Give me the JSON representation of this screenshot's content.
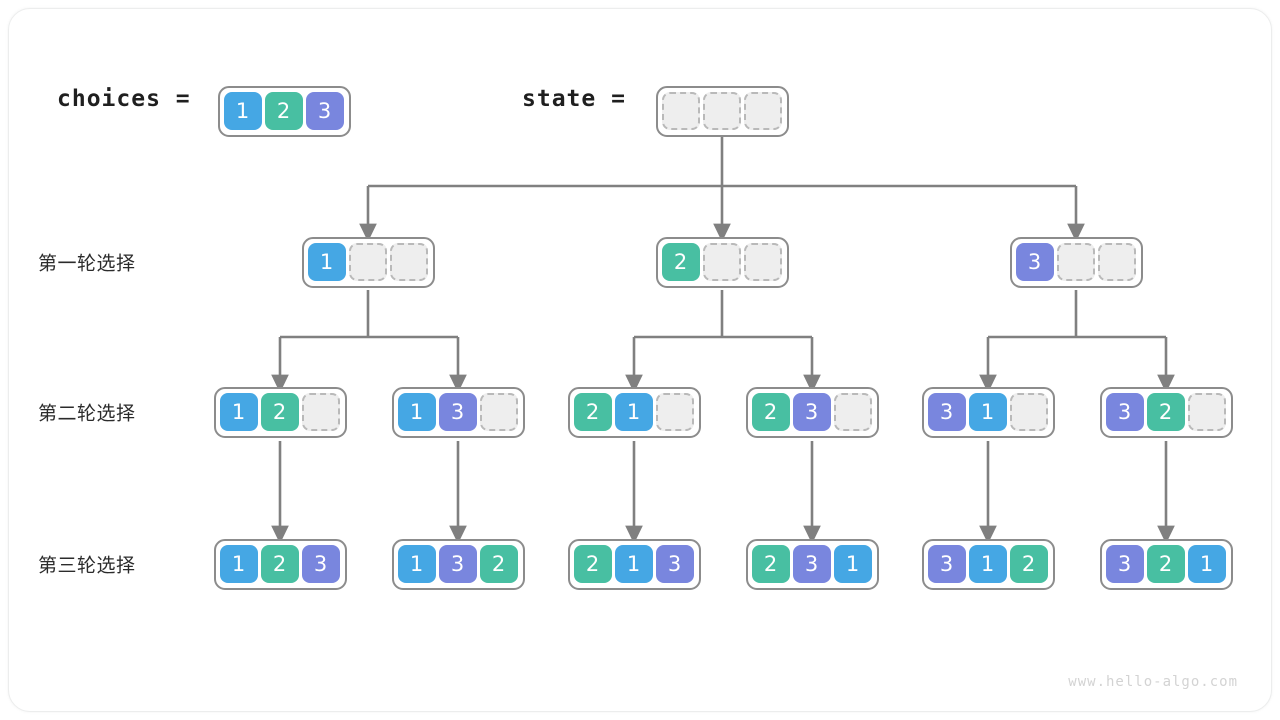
{
  "diagram": {
    "title_choices": "choices =",
    "title_state": "state =",
    "watermark": "www.hello-algo.com",
    "colors": {
      "value_1": "#45a7e4",
      "value_2": "#48bfa2",
      "value_3": "#7986de",
      "empty_cell": "#eeeeee",
      "border": "#8c8c8c",
      "wire": "#808080",
      "card_border": "#eceded"
    },
    "row_labels": [
      "第一轮选择",
      "第二轮选择",
      "第三轮选择"
    ],
    "choices": [
      "1",
      "2",
      "3"
    ],
    "state": [
      "",
      "",
      ""
    ],
    "level1": [
      {
        "cells": [
          "1",
          "",
          ""
        ]
      },
      {
        "cells": [
          "2",
          "",
          ""
        ]
      },
      {
        "cells": [
          "3",
          "",
          ""
        ]
      }
    ],
    "level2": [
      {
        "cells": [
          "1",
          "2",
          ""
        ]
      },
      {
        "cells": [
          "1",
          "3",
          ""
        ]
      },
      {
        "cells": [
          "2",
          "1",
          ""
        ]
      },
      {
        "cells": [
          "2",
          "3",
          ""
        ]
      },
      {
        "cells": [
          "3",
          "1",
          ""
        ]
      },
      {
        "cells": [
          "3",
          "2",
          ""
        ]
      }
    ],
    "level3": [
      {
        "cells": [
          "1",
          "2",
          "3"
        ]
      },
      {
        "cells": [
          "1",
          "3",
          "2"
        ]
      },
      {
        "cells": [
          "2",
          "1",
          "3"
        ]
      },
      {
        "cells": [
          "2",
          "3",
          "1"
        ]
      },
      {
        "cells": [
          "3",
          "1",
          "2"
        ]
      },
      {
        "cells": [
          "3",
          "2",
          "1"
        ]
      }
    ]
  }
}
